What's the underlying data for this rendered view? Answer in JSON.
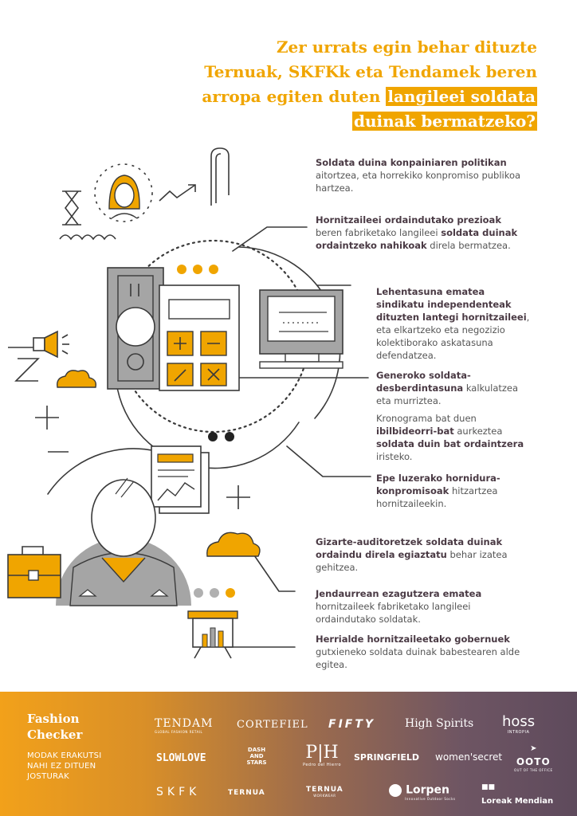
{
  "title": {
    "line1": "Zer urrats egin behar dituzte",
    "line2": "Ternuak, SKFKk eta Tendamek beren",
    "line3_plain": "arropa egiten duten ",
    "line3_highlight": "langileei soldata",
    "line4_highlight": "duinak bermatzeko",
    "line4_end": "?"
  },
  "items": [
    {
      "s1": "Soldata duina konpainiaren politikan",
      "p1": " aitortzea, eta horrekiko konpromiso publikoa hartzea."
    },
    {
      "s1": "Hornitzaileei ordaindutako prezioak",
      "p1": " beren fabriketako langileei ",
      "s2": "soldata duinak ordaintzeko nahikoak",
      "p2": " direla bermatzea."
    },
    {
      "s1": "Lehentasuna ematea sindikatu independenteak dituzten lantegi hornitzaileei",
      "p1": ", eta elkartzeko eta negozizio kolektiborako askatasuna defendatzea."
    },
    {
      "s1": "Generoko soldata-desberdintasuna",
      "p1": " kalkulatzea eta murriztea."
    },
    {
      "p0": "Kronograma bat duen ",
      "s1": "ibilbideorri-bat",
      "p1": " aurkeztea ",
      "s2": "soldata duin bat ordaintzera",
      "p2": " iristeko."
    },
    {
      "s1": "Epe luzerako hornidura-konpromisoak",
      "p1": " hitzartzea hornitzaileekin."
    },
    {
      "s1": "Gizarte-auditoretzek soldata duinak ordaindu direla egiaztatu",
      "p1": " behar izatea gehitzea."
    },
    {
      "s1": "Jendaurrean ezagutzera ematea",
      "p1": " hornitzaileek fabriketako langileei ordaindutako soldatak."
    },
    {
      "s1": "Herrialde hornitzaileetako gobernuek",
      "p1": " gutxieneko soldata duinak babestearen alde egitea."
    }
  ],
  "footer": {
    "org_name": "Fashion Checker",
    "tagline": "MODAK ERAKUTSI NAHI EZ DITUEN JOSTURAK",
    "logos": {
      "tendam": "TENDAM",
      "tendam_sub": "GLOBAL FASHION RETAIL",
      "cortefiel": "CORTEFIEL",
      "fifty": "FIFTY",
      "highspirits": "High Spirits",
      "hoss": "hoss",
      "hoss_sub": "INTROPIA",
      "slowlove": "SLOWLOVE",
      "dashstars": "DASH AND STARS",
      "ph": "P|H",
      "ph_sub": "Pedro del Hierro",
      "springfield": "SPRINGFIELD",
      "womensecret": "women'secret",
      "ooto": "OOTO",
      "ooto_sub": "OUT OF THE OFFICE",
      "skfk": "SKFK",
      "ternua": "TERNUA",
      "ternua_ww": "TERNUA",
      "ternua_ww_sub": "WORKWEAR",
      "lorpen": "Lorpen",
      "lorpen_sub": "Innovative Outdoor Socks",
      "loreak": "Loreak Mendian"
    }
  },
  "colors": {
    "accent": "#f0a500",
    "dark": "#4a3a44",
    "grey": "#8a8a8a"
  }
}
